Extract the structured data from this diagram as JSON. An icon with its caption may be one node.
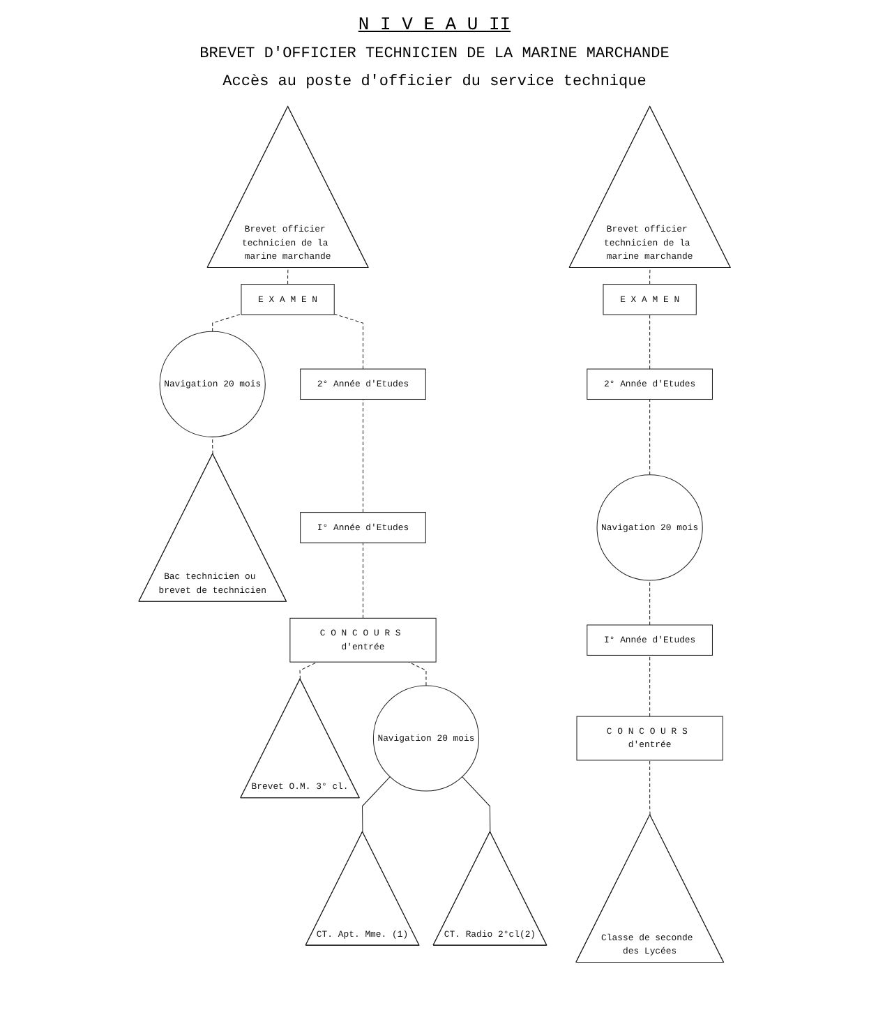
{
  "diagram": {
    "title": "N I V E A U II",
    "nodes": [
      {
        "text": [
          "Brevet officier technicien de la marine marchande"
        ]
      },
      {
        "text": [
          "Brevet officier technicien de la marine marchande"
        ]
      },
      {
        "text": [
          "Navigation 20 mois"
        ]
      },
      {
        "text": [
          "E X A M E N"
        ]
      },
      {
        "text": [
          "E X A M E N"
        ]
      },
      {
        "text": [
          "2° Année d'Etudes"
        ]
      },
      {
        "text": [
          "2° Année d'Etudes"
        ]
      },
      {
        "text": [
          "Navigation 20 mois"
        ]
      },
      {
        "text": [
          "I° Année d'Etudes"
        ]
      },
      {
        "text": [
          "C O N C O U R S d'entrée"
        ]
      },
      {
        "text": [
          "I° Année d'Etudes"
        ]
      },
      {
        "text": [
          "Brevet O.M. 3° cl."
        ]
      },
      {
        "text": [
          "Navigation 20 mois"
        ]
      },
      {
        "text": [
          "C O N C O U R S d'entrée"
        ]
      },
      {
        "text": [
          "Bac technicien ou brevet de technicien"
        ]
      },
      {
        "text": [
          "CT. Apt. Mme. (1)"
        ]
      },
      {
        "text": [
          "CT. Radio 2°cl(2)"
        ]
      },
      {
        "text": [
          "Classe de seconde des Lycées"
        ]
      }
    ],
    "edges": [
      {
        "from": 14,
        "to": 2,
        "arrow": "none",
        "style": "dashed"
      },
      {
        "from": 2,
        "to": 3,
        "arrow": "none",
        "style": "dashed"
      },
      {
        "from": 3,
        "to": 0,
        "arrow": "none",
        "style": "dashed"
      },
      {
        "from": 5,
        "to": 3,
        "arrow": "none",
        "style": "dashed"
      },
      {
        "from": 8,
        "to": 5,
        "arrow": "none",
        "style": "dashed"
      },
      {
        "from": 9,
        "to": 8,
        "arrow": "none",
        "style": "dashed"
      },
      {
        "from": 11,
        "to": 9,
        "arrow": "none",
        "style": "dashed"
      },
      {
        "from": 12,
        "to": 9,
        "arrow": "none",
        "style": "dashed"
      },
      {
        "from": 15,
        "to": 12,
        "arrow": "none"
      },
      {
        "from": 16,
        "to": 12,
        "arrow": "none"
      },
      {
        "from": 4,
        "to": 1,
        "arrow": "none",
        "style": "dashed"
      },
      {
        "from": 6,
        "to": 4,
        "arrow": "none",
        "style": "dashed"
      },
      {
        "from": 7,
        "to": 6,
        "arrow": "none",
        "style": "dashed"
      },
      {
        "from": 10,
        "to": 7,
        "arrow": "none",
        "style": "dashed"
      },
      {
        "from": 13,
        "to": 10,
        "arrow": "none",
        "style": "dashed"
      },
      {
        "from": 17,
        "to": 13,
        "arrow": "none",
        "style": "dashed"
      }
    ],
    "labels": [
      "BREVET D'OFFICIER TECHNICIEN DE LA MARINE MARCHANDE",
      "Accès au poste d'officier du service technique"
    ]
  }
}
